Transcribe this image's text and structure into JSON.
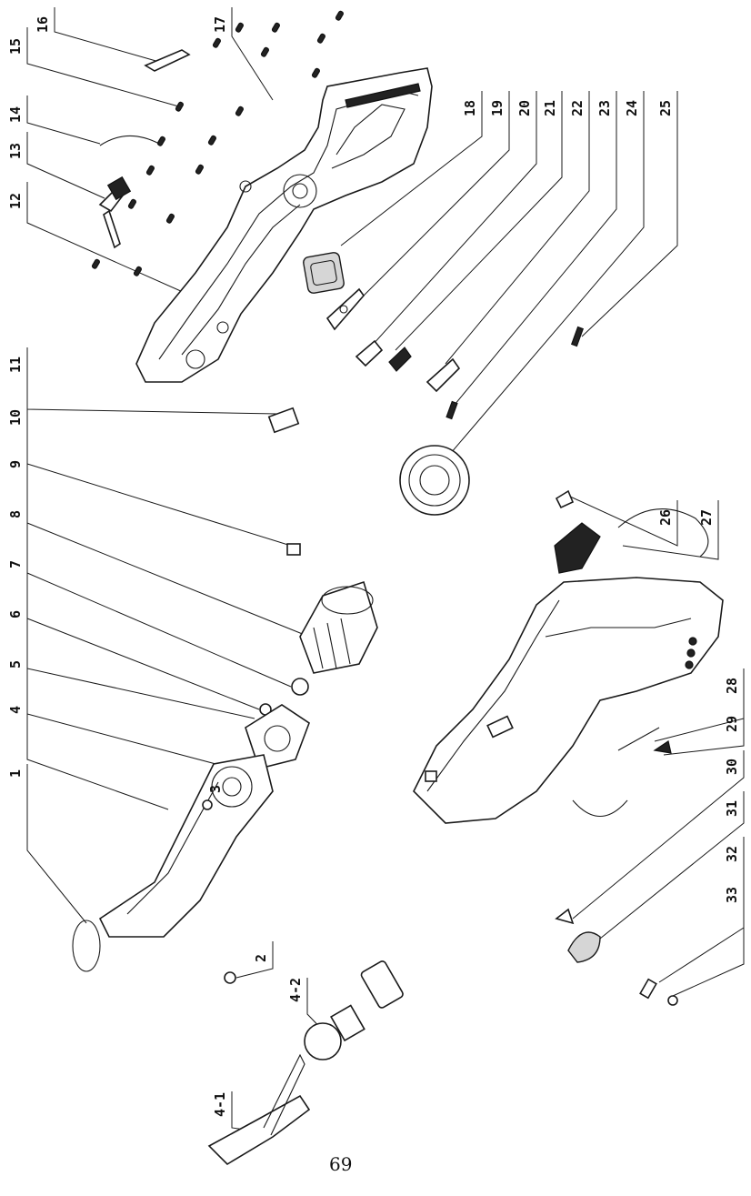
{
  "diagram": {
    "type": "exploded-parts-view",
    "page_number": "69",
    "callouts": [
      {
        "id": "c1",
        "label": "1"
      },
      {
        "id": "c2",
        "label": "2"
      },
      {
        "id": "c3",
        "label": "3"
      },
      {
        "id": "c4",
        "label": "4"
      },
      {
        "id": "c4-1",
        "label": "4-1"
      },
      {
        "id": "c4-2",
        "label": "4-2"
      },
      {
        "id": "c5",
        "label": "5"
      },
      {
        "id": "c6",
        "label": "6"
      },
      {
        "id": "c7",
        "label": "7"
      },
      {
        "id": "c8",
        "label": "8"
      },
      {
        "id": "c9",
        "label": "9"
      },
      {
        "id": "c10",
        "label": "10"
      },
      {
        "id": "c11",
        "label": "11"
      },
      {
        "id": "c12",
        "label": "12"
      },
      {
        "id": "c13",
        "label": "13"
      },
      {
        "id": "c14",
        "label": "14"
      },
      {
        "id": "c15",
        "label": "15"
      },
      {
        "id": "c16",
        "label": "16"
      },
      {
        "id": "c17",
        "label": "17"
      },
      {
        "id": "c18",
        "label": "18"
      },
      {
        "id": "c19",
        "label": "19"
      },
      {
        "id": "c20",
        "label": "20"
      },
      {
        "id": "c21",
        "label": "21"
      },
      {
        "id": "c22",
        "label": "22"
      },
      {
        "id": "c23",
        "label": "23"
      },
      {
        "id": "c24",
        "label": "24"
      },
      {
        "id": "c25",
        "label": "25"
      },
      {
        "id": "c26",
        "label": "26"
      },
      {
        "id": "c27",
        "label": "27"
      },
      {
        "id": "c28",
        "label": "28"
      },
      {
        "id": "c29",
        "label": "29"
      },
      {
        "id": "c30",
        "label": "30"
      },
      {
        "id": "c31",
        "label": "31"
      },
      {
        "id": "c32",
        "label": "32"
      },
      {
        "id": "c33",
        "label": "33"
      }
    ]
  }
}
